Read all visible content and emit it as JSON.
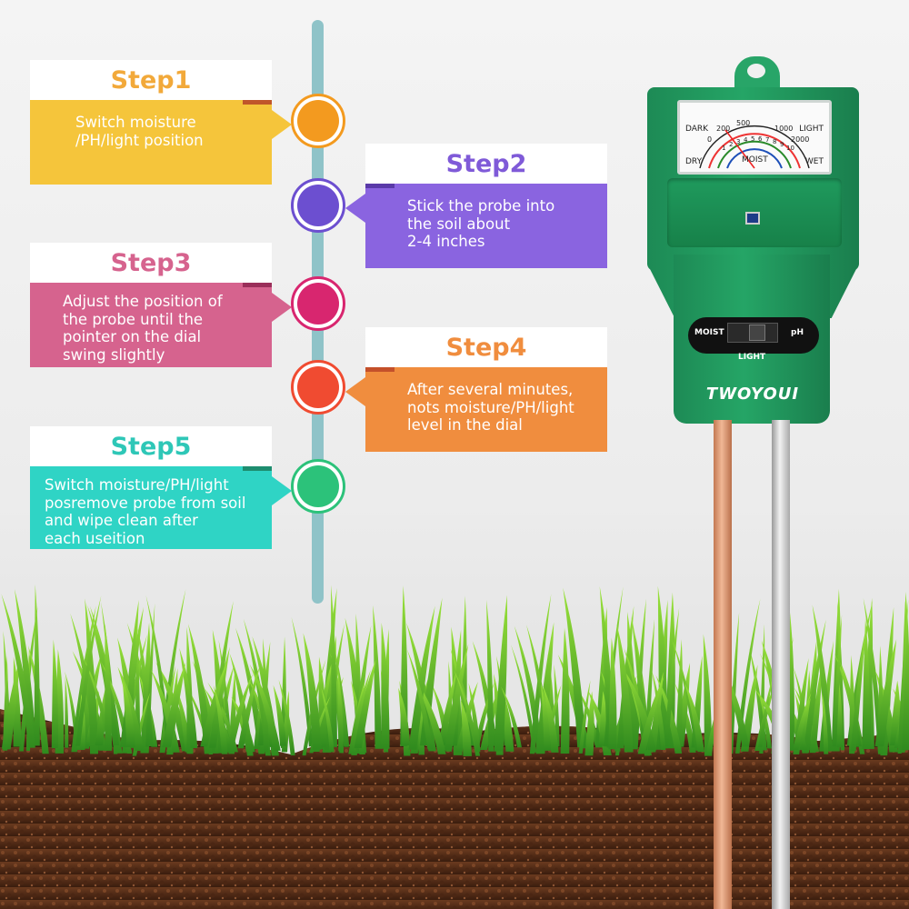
{
  "steps": [
    {
      "title": "Step1",
      "text": [
        "Switch moisture",
        "/PH/light position"
      ],
      "color": "#f5c53b",
      "title_color": "#f2a93a"
    },
    {
      "title": "Step2",
      "text": [
        "Stick the probe into",
        "the soil about",
        "2-4 inches"
      ],
      "color": "#8a64e0",
      "title_color": "#7f5ad8"
    },
    {
      "title": "Step3",
      "text": [
        "Adjust the position of",
        "the probe until the",
        "pointer on the dial",
        "swing slightly"
      ],
      "color": "#d6638e",
      "title_color": "#d6638e"
    },
    {
      "title": "Step4",
      "text": [
        "After several minutes,",
        "nots moisture/PH/light",
        "level in the dial"
      ],
      "color": "#f08d3e",
      "title_color": "#f08d3e"
    },
    {
      "title": "Step5",
      "text": [
        "Switch moisture/PH/light",
        "posremove probe from soil",
        "and wipe clean after",
        "each useition"
      ],
      "color": "#2fd4c5",
      "title_color": "#2ec7b7"
    }
  ],
  "dots": [
    {
      "color": "#f39a1f"
    },
    {
      "color": "#6c4fd0"
    },
    {
      "color": "#d8266f"
    },
    {
      "color": "#f04b31"
    },
    {
      "color": "#2cc27a"
    }
  ],
  "meter": {
    "brand": "TWOYOUI",
    "dial": {
      "dark": "DARK",
      "light": "LIGHT",
      "dry": "DRY",
      "wet": "WET",
      "moist": "MOIST",
      "light_scale": [
        "0",
        "200",
        "500",
        "1000",
        "2000"
      ],
      "moist_scale": [
        "1",
        "2",
        "3",
        "4",
        "5",
        "6",
        "7",
        "8",
        "9",
        "10"
      ]
    },
    "switch": {
      "left": "MOIST",
      "right": "pH",
      "bottom": "LIGHT"
    }
  }
}
